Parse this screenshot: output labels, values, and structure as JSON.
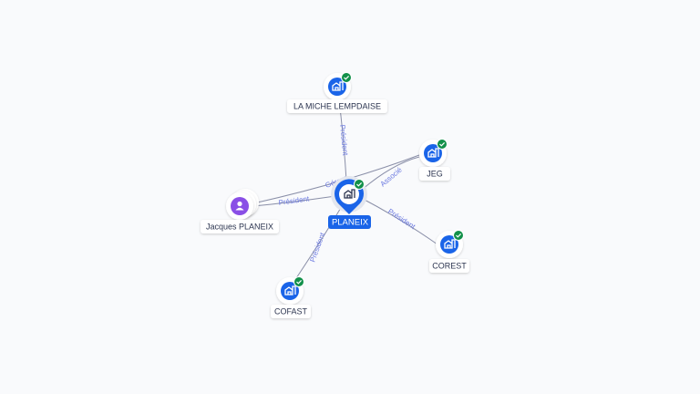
{
  "colors": {
    "company": "#1a64e8",
    "person": "#8a4fe6",
    "verified": "#12904a",
    "edge_label": "#6a78e0",
    "main_label_bg": "#1a64e8"
  },
  "center": {
    "label": "PLANEIX",
    "icon": "company-building-icon"
  },
  "nodes": [
    {
      "id": "la-miche",
      "label": "LA MICHE LEMPDAISE",
      "type": "company",
      "verified": true
    },
    {
      "id": "jeg",
      "label": "JEG",
      "type": "company",
      "verified": true
    },
    {
      "id": "corest",
      "label": "COREST",
      "type": "company",
      "verified": true
    },
    {
      "id": "cofast",
      "label": "COFAST",
      "type": "company",
      "verified": true
    },
    {
      "id": "jacques",
      "label": "Jacques PLANEIX",
      "type": "person",
      "verified": false
    }
  ],
  "edges": [
    {
      "from": "la-miche",
      "to": "PLANEIX",
      "label": "Président"
    },
    {
      "from": "jacques",
      "to": "PLANEIX",
      "label": "Président"
    },
    {
      "from": "jacques",
      "to": "jeg",
      "label": "Gérant"
    },
    {
      "from": "PLANEIX",
      "to": "jeg",
      "label": "Associé"
    },
    {
      "from": "PLANEIX",
      "to": "corest",
      "label": "Président"
    },
    {
      "from": "cofast",
      "to": "PLANEIX",
      "label": "Président"
    }
  ]
}
